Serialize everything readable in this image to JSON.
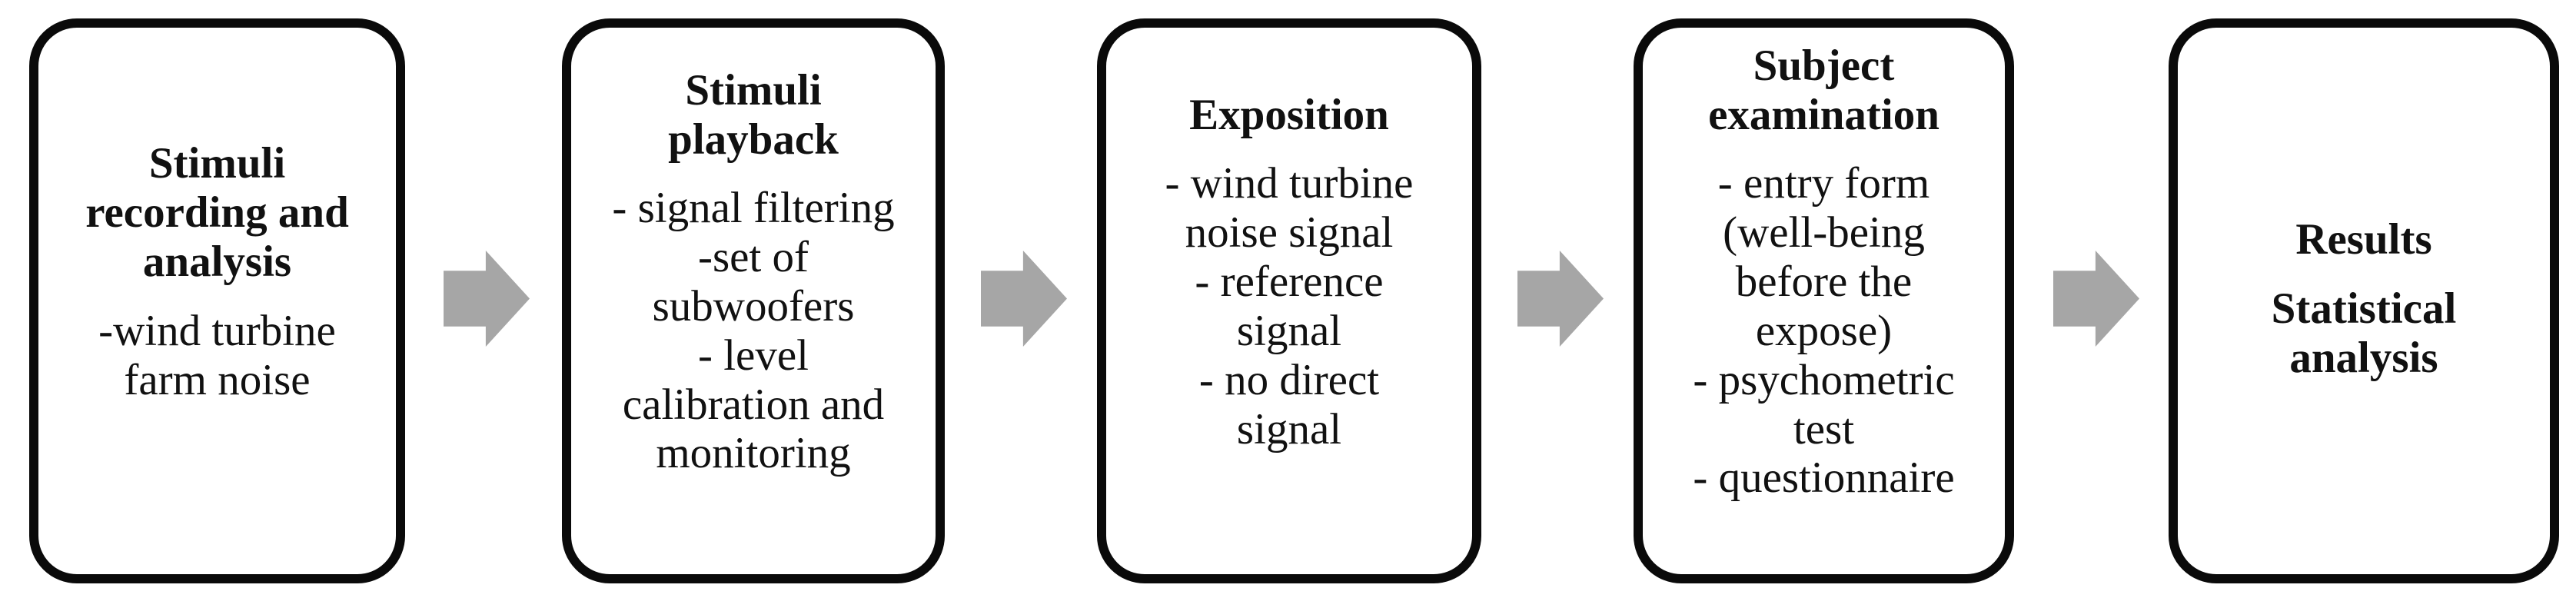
{
  "figure": {
    "background_color": "#ffffff",
    "box_border_color": "#0a0a0a",
    "text_color": "#111111",
    "arrow_color": "#a6a6a6"
  },
  "boxes": [
    {
      "title": "Stimuli\nrecording and\nanalysis",
      "items": [
        "-wind turbine\nfarm noise"
      ]
    },
    {
      "title": "Stimuli\nplayback",
      "items": [
        "- signal filtering",
        "-set of\nsubwoofers",
        "- level\ncalibration and\nmonitoring"
      ]
    },
    {
      "title": "Exposition",
      "items": [
        "- wind turbine\nnoise signal",
        "- reference\nsignal",
        "- no direct\nsignal"
      ]
    },
    {
      "title": "Subject\nexamination",
      "items": [
        "- entry form\n(well-being\nbefore the\nexpose)",
        "- psychometric\ntest",
        "- questionnaire"
      ]
    },
    {
      "title": "Results",
      "items": [
        "Statistical\nanalysis"
      ]
    }
  ]
}
